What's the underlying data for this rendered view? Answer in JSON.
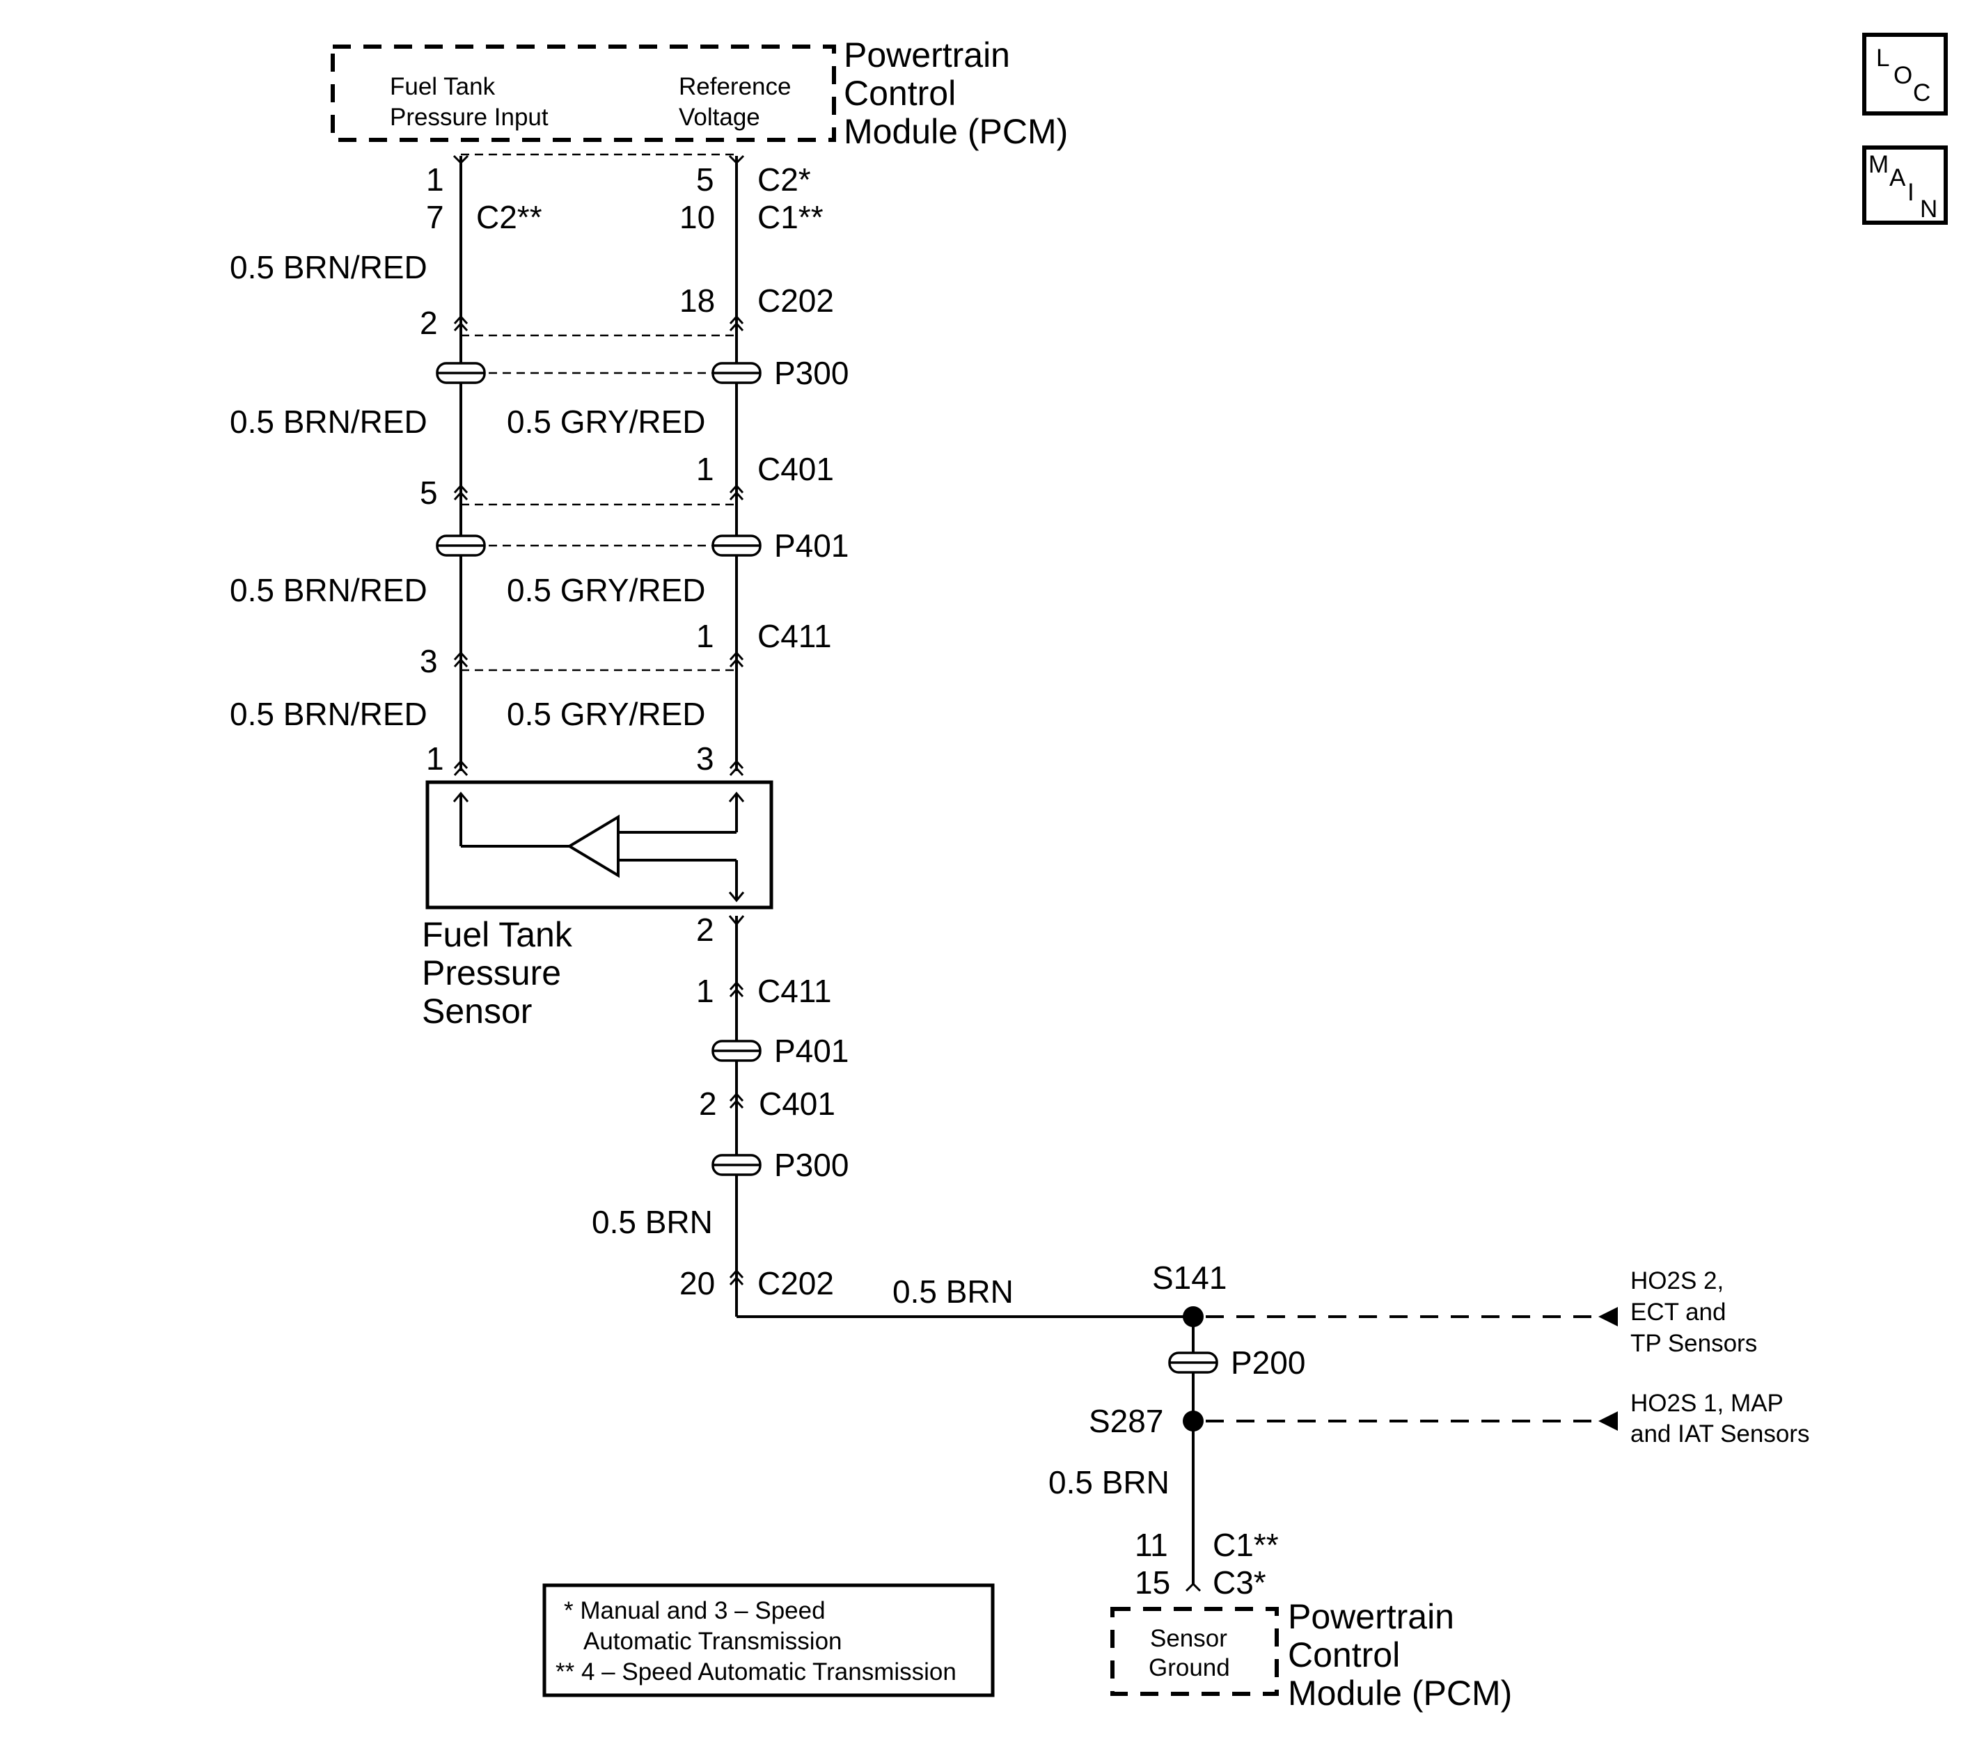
{
  "pcm_top": {
    "title": [
      "Powertrain",
      "Control",
      "Module (PCM)"
    ],
    "left_pin": [
      "Fuel Tank",
      "Pressure Input"
    ],
    "right_pin": [
      "Reference",
      "Voltage"
    ]
  },
  "nav": {
    "loc": [
      "L",
      "O",
      "C"
    ],
    "main": [
      "M",
      "A",
      "I",
      "N"
    ]
  },
  "left_circuit": {
    "pin_c2_star_star": "1",
    "pin_alt": "7",
    "conn_alt": "C2**",
    "wire": "0.5 BRN/RED",
    "c202_pin": "2",
    "c401_pin": "5",
    "c411_pin": "3",
    "sensor_pin": "1"
  },
  "right_circuit": {
    "pin_a": "5",
    "conn_a": "C2*",
    "pin_b": "10",
    "conn_b": "C1**",
    "c202_pin": "18",
    "c202": "C202",
    "p300": "P300",
    "wire": "0.5 GRY/RED",
    "c401_pin": "1",
    "c401": "C401",
    "p401": "P401",
    "c411_pin": "1",
    "c411": "C411",
    "sensor_pin": "3"
  },
  "sensor": {
    "label": [
      "Fuel Tank",
      "Pressure",
      "Sensor"
    ],
    "ground_pin": "2"
  },
  "ground_circuit": {
    "c411_pin": "1",
    "c411": "C411",
    "p401": "P401",
    "c401_pin": "2",
    "c401": "C401",
    "p300": "P300",
    "wire": "0.5 BRN",
    "c202_pin": "20",
    "c202": "C202",
    "wire_h": "0.5 BRN",
    "s141": "S141",
    "p200": "P200",
    "s287": "S287",
    "wire_low": "0.5 BRN",
    "pin_a": "11",
    "conn_a": "C1**",
    "pin_b": "15",
    "conn_b": "C3*"
  },
  "refs": {
    "s141_ref": [
      "HO2S 2,",
      "ECT and",
      "TP Sensors"
    ],
    "s287_ref": [
      "HO2S 1, MAP",
      "and IAT Sensors"
    ]
  },
  "pcm_bottom": {
    "title": [
      "Powertrain",
      "Control",
      "Module (PCM)"
    ],
    "pin": [
      "Sensor",
      "Ground"
    ]
  },
  "notes": [
    "* Manual and 3 – Speed",
    "Automatic Transmission",
    "** 4 – Speed Automatic Transmission"
  ]
}
